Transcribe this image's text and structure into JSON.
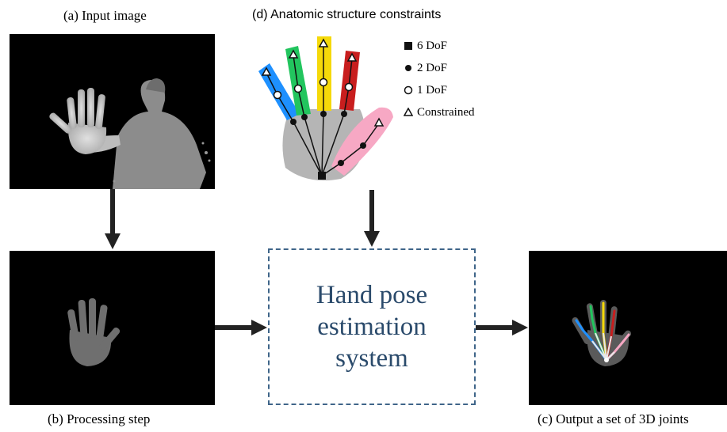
{
  "captions": {
    "input": "(a) Input image",
    "anatomic": "(d) Anatomic structure constraints",
    "processing": "(b) Processing step",
    "output": "(c) Output a set of 3D joints"
  },
  "system": {
    "line1": "Hand pose",
    "line2": "estimation",
    "line3": "system"
  },
  "legend": [
    {
      "symbol": "filled-square",
      "label": "6 DoF"
    },
    {
      "symbol": "filled-circle",
      "label": "2 DoF"
    },
    {
      "symbol": "open-circle",
      "label": "1 DoF"
    },
    {
      "symbol": "open-triangle",
      "label": "Constrained"
    }
  ],
  "colors": {
    "box_border": "#3f6589",
    "box_text": "#2a4a6b",
    "arrow": "#222222",
    "finger_blue": "#1e90ff",
    "finger_green": "#22c55e",
    "finger_yellow": "#f5d90a",
    "finger_red": "#c81e1e",
    "thumb_pink": "#f7a8c4",
    "palm_gray": "#b5b5b5"
  }
}
